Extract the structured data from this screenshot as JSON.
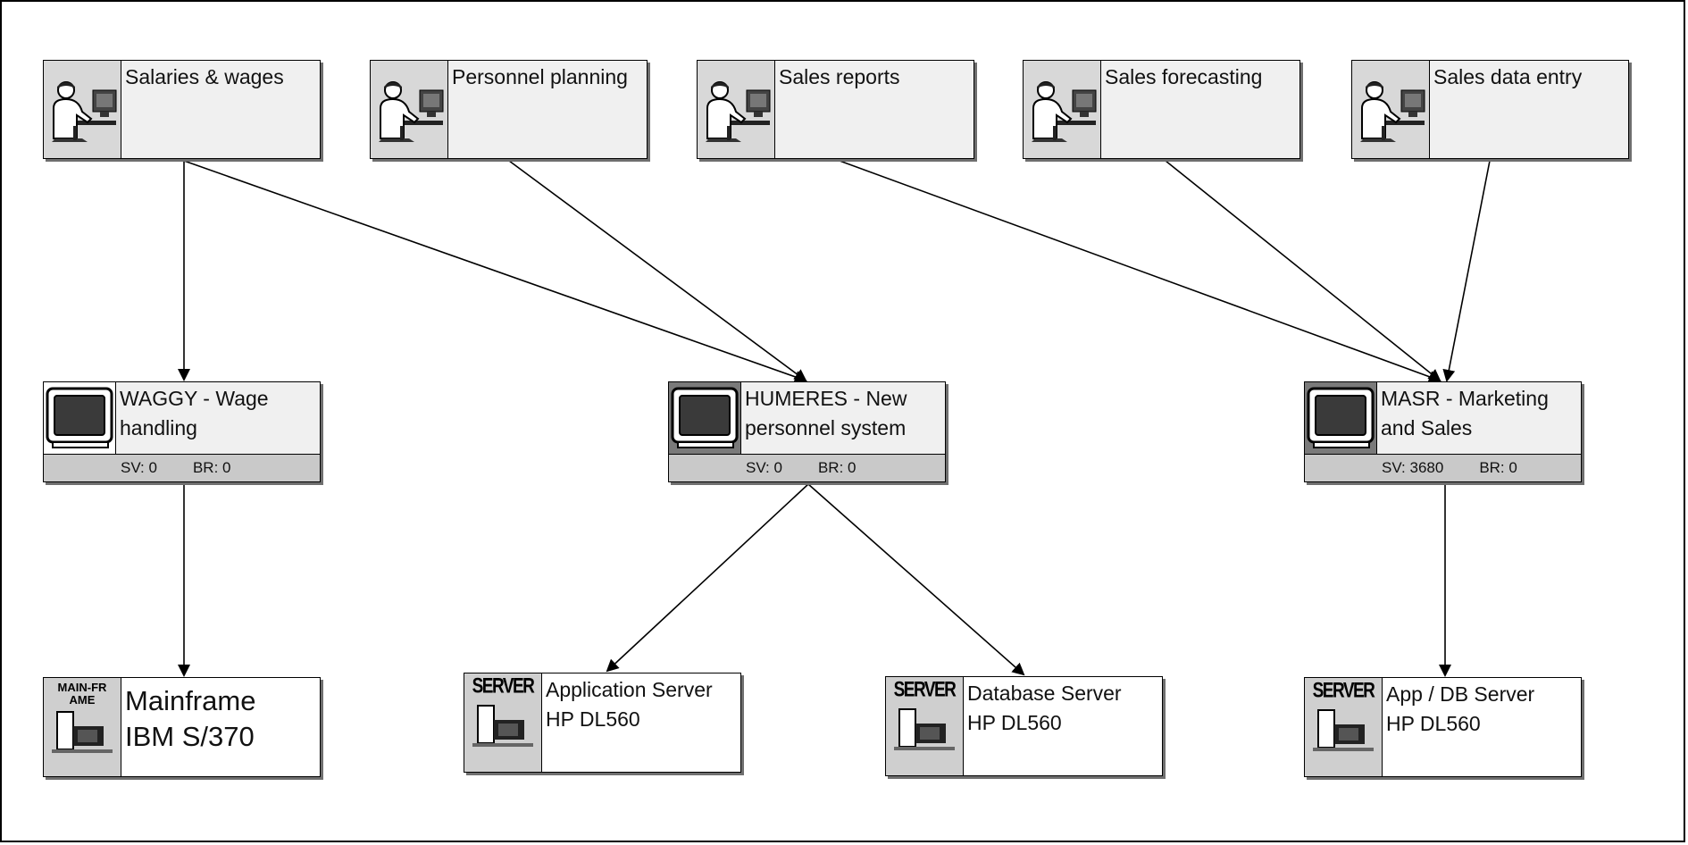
{
  "processes": [
    {
      "id": "p1",
      "label": "Salaries & wages",
      "icon": "worker-at-computer-icon"
    },
    {
      "id": "p2",
      "label": "Personnel planning",
      "icon": "worker-at-computer-icon"
    },
    {
      "id": "p3",
      "label": "Sales reports",
      "icon": "worker-at-computer-icon"
    },
    {
      "id": "p4",
      "label": "Sales forecasting",
      "icon": "worker-at-computer-icon"
    },
    {
      "id": "p5",
      "label": "Sales data entry",
      "icon": "worker-at-computer-icon"
    }
  ],
  "applications": [
    {
      "id": "a1",
      "label": "WAGGY - Wage handling",
      "sv": "SV: 0",
      "br": "BR: 0",
      "icon": "monitor-icon"
    },
    {
      "id": "a2",
      "label": "HUMERES - New personnel system",
      "sv": "SV: 0",
      "br": "BR: 0",
      "icon": "monitor-icon"
    },
    {
      "id": "a3",
      "label": "MASR - Marketing and Sales",
      "sv": "SV: 3680",
      "br": "BR: 0",
      "icon": "monitor-icon"
    }
  ],
  "infrastructure": [
    {
      "id": "i1",
      "tag": "MAIN-FRAME",
      "line1": "Mainframe",
      "line2": "IBM S/370",
      "icon": "mainframe-icon"
    },
    {
      "id": "i2",
      "tag": "SERVER",
      "line1": "Application Server",
      "line2": "HP DL560",
      "icon": "server-icon"
    },
    {
      "id": "i3",
      "tag": "SERVER",
      "line1": "Database Server",
      "line2": "HP DL560",
      "icon": "server-icon"
    },
    {
      "id": "i4",
      "tag": "SERVER",
      "line1": "App / DB Server",
      "line2": "HP DL560",
      "icon": "server-icon"
    }
  ],
  "connections": [
    {
      "from": "p1",
      "to": "a1"
    },
    {
      "from": "p1",
      "to": "a2"
    },
    {
      "from": "p2",
      "to": "a2"
    },
    {
      "from": "p3",
      "to": "a3"
    },
    {
      "from": "p4",
      "to": "a3"
    },
    {
      "from": "p5",
      "to": "a3"
    },
    {
      "from": "a1",
      "to": "i1"
    },
    {
      "from": "a2",
      "to": "i2"
    },
    {
      "from": "a2",
      "to": "i3"
    },
    {
      "from": "a3",
      "to": "i4"
    }
  ]
}
